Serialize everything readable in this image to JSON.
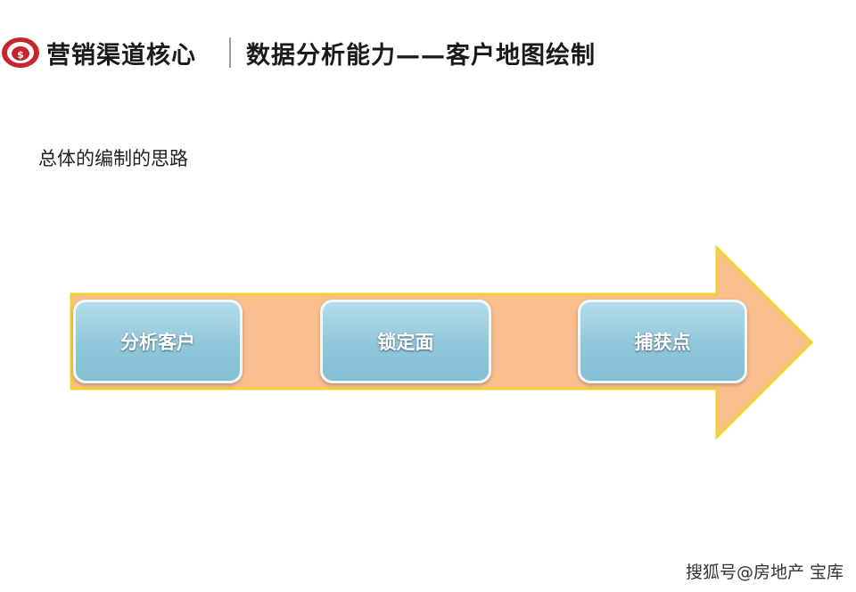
{
  "header": {
    "title": "营销渠道核心",
    "subtitle": "数据分析能力——客户地图绘制"
  },
  "section_label": "总体的编制的思路",
  "flow": {
    "steps": [
      {
        "label": "分析客户"
      },
      {
        "label": "锁定面"
      },
      {
        "label": "捕获点"
      }
    ],
    "colors": {
      "arrow_fill": "#fbbf8f",
      "arrow_border": "#f2d12e",
      "step_fill": "#8fc7da",
      "step_text": "#ffffff"
    }
  },
  "watermark": "搜狐号@房地产 宝库"
}
